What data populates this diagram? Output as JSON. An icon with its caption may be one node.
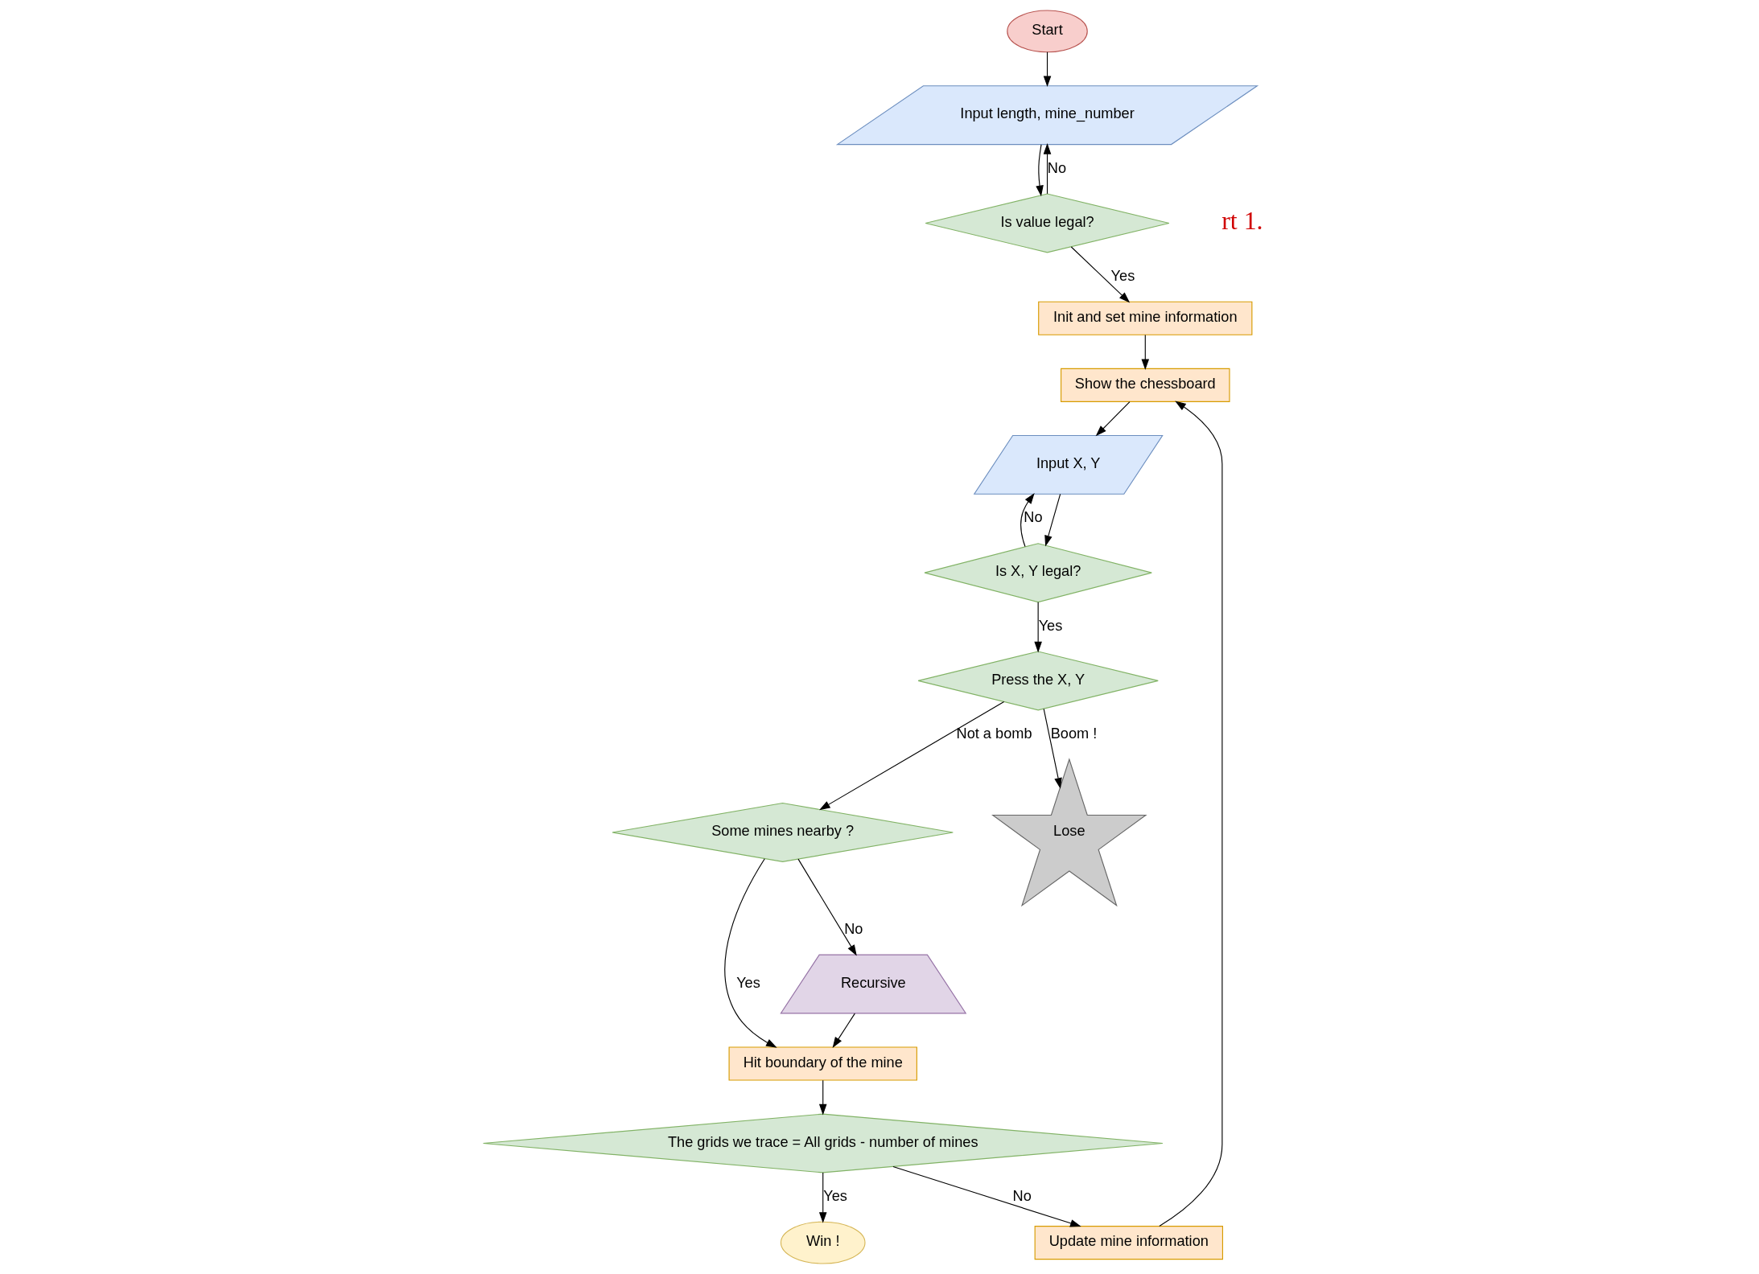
{
  "diagram": {
    "nodes": [
      {
        "text": [
          "Start"
        ]
      },
      {
        "text": [
          "Input length, mine_number"
        ]
      },
      {
        "text": [
          "Is value legal?"
        ]
      },
      {
        "text": [
          "Init and set mine information"
        ]
      },
      {
        "text": [
          "Show the chessboard"
        ]
      },
      {
        "text": [
          "Input X, Y"
        ]
      },
      {
        "text": [
          "Is X, Y legal?"
        ]
      },
      {
        "text": [
          "Press the X, Y"
        ]
      },
      {
        "text": [
          "Lose"
        ]
      },
      {
        "text": [
          "Some mines nearby ?"
        ]
      },
      {
        "text": [
          "Recursive"
        ]
      },
      {
        "text": [
          "Hit boundary of the mine"
        ]
      },
      {
        "text": [
          "The grids we trace = All grids - number of mines"
        ]
      },
      {
        "text": [
          "Update mine information"
        ]
      },
      {
        "text": [
          "Win !"
        ]
      }
    ],
    "edges": [
      {
        "from": 0,
        "to": 1,
        "arrow": "to"
      },
      {
        "from": 1,
        "to": 2,
        "arrow": "to"
      },
      {
        "from": 2,
        "to": 1,
        "arrow": "to",
        "label": "No"
      },
      {
        "from": 2,
        "to": 3,
        "arrow": "to",
        "label": "Yes"
      },
      {
        "from": 3,
        "to": 4,
        "arrow": "to"
      },
      {
        "from": 4,
        "to": 5,
        "arrow": "to"
      },
      {
        "from": 5,
        "to": 6,
        "arrow": "to"
      },
      {
        "from": 6,
        "to": 5,
        "arrow": "to",
        "label": "No"
      },
      {
        "from": 6,
        "to": 7,
        "arrow": "to",
        "label": "Yes"
      },
      {
        "from": 7,
        "to": 8,
        "arrow": "to",
        "label": "Boom !"
      },
      {
        "from": 7,
        "to": 9,
        "arrow": "to",
        "label": "Not a bomb"
      },
      {
        "from": 9,
        "to": 10,
        "arrow": "to",
        "label": "No"
      },
      {
        "from": 10,
        "to": 11,
        "arrow": "to"
      },
      {
        "from": 9,
        "to": 11,
        "arrow": "to",
        "label": "Yes"
      },
      {
        "from": 11,
        "to": 12,
        "arrow": "to"
      },
      {
        "from": 12,
        "to": 13,
        "arrow": "to",
        "label": "No"
      },
      {
        "from": 12,
        "to": 14,
        "arrow": "to",
        "label": "Yes"
      },
      {
        "from": 13,
        "to": 4,
        "arrow": "to"
      }
    ],
    "labels": [
      "rt 1."
    ]
  }
}
